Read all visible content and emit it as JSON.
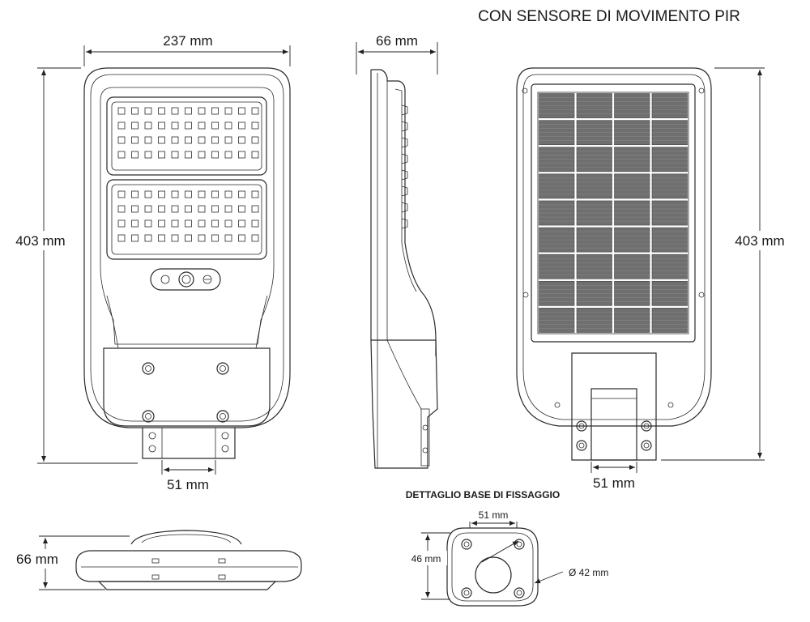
{
  "title": "CON SENSORE DI MOVIMENTO PIR",
  "dims": {
    "front_width": "237 mm",
    "side_depth": "66 mm",
    "front_height": "403 mm",
    "back_height": "403 mm",
    "front_bracket": "51 mm",
    "back_bracket": "51 mm",
    "bottom_depth": "66 mm"
  },
  "detail": {
    "title": "DETTAGLIO BASE DI FISSAGGIO",
    "width": "51 mm",
    "height": "46 mm",
    "hole": "Ø 42 mm"
  }
}
